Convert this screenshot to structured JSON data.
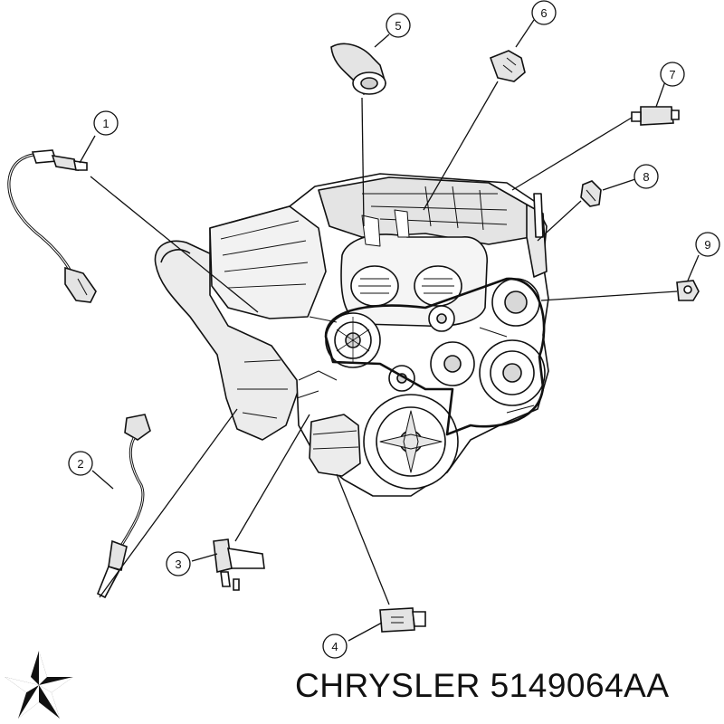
{
  "callouts": [
    {
      "number": "1"
    },
    {
      "number": "2"
    },
    {
      "number": "3"
    },
    {
      "number": "4"
    },
    {
      "number": "5"
    },
    {
      "number": "6"
    },
    {
      "number": "7"
    },
    {
      "number": "8"
    },
    {
      "number": "9"
    }
  ],
  "brand": {
    "name": "CHRYSLER",
    "part_number": "5149064AA",
    "logo_icon": "chrysler-pentastar-icon"
  },
  "colors": {
    "line": "#111111",
    "background": "#ffffff",
    "shading": "#d8d8d8"
  }
}
